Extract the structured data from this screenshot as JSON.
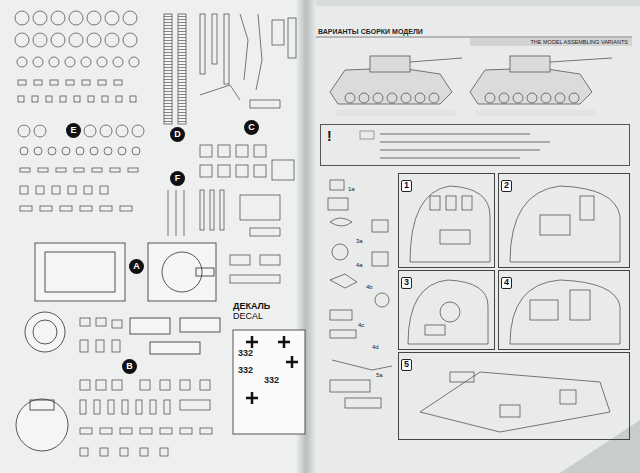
{
  "diagram": {
    "title": "ВАРИАНТЫ СБОРКИ МОДЕЛИ",
    "nodes": [
      {
        "text": [
          "E"
        ]
      },
      {
        "text": [
          "D"
        ]
      },
      {
        "text": [
          "C"
        ]
      },
      {
        "text": [
          "F"
        ]
      },
      {
        "text": [
          "A"
        ]
      },
      {
        "text": [
          "B"
        ]
      },
      {
        "text": [
          "ДЕКАЛЬ",
          "DECAL"
        ]
      },
      {
        "text": [
          "!"
        ]
      },
      {
        "text": [
          "1"
        ]
      },
      {
        "text": [
          "2"
        ]
      },
      {
        "text": [
          "3"
        ]
      },
      {
        "text": [
          "4"
        ]
      },
      {
        "text": [
          "5"
        ]
      }
    ],
    "labels": [
      "THE MODEL ASSEMBLING VARIANTS",
      "332",
      "332",
      "332",
      "1a",
      "3a",
      "4a",
      "4b",
      "4c",
      "4d",
      "5a"
    ]
  }
}
